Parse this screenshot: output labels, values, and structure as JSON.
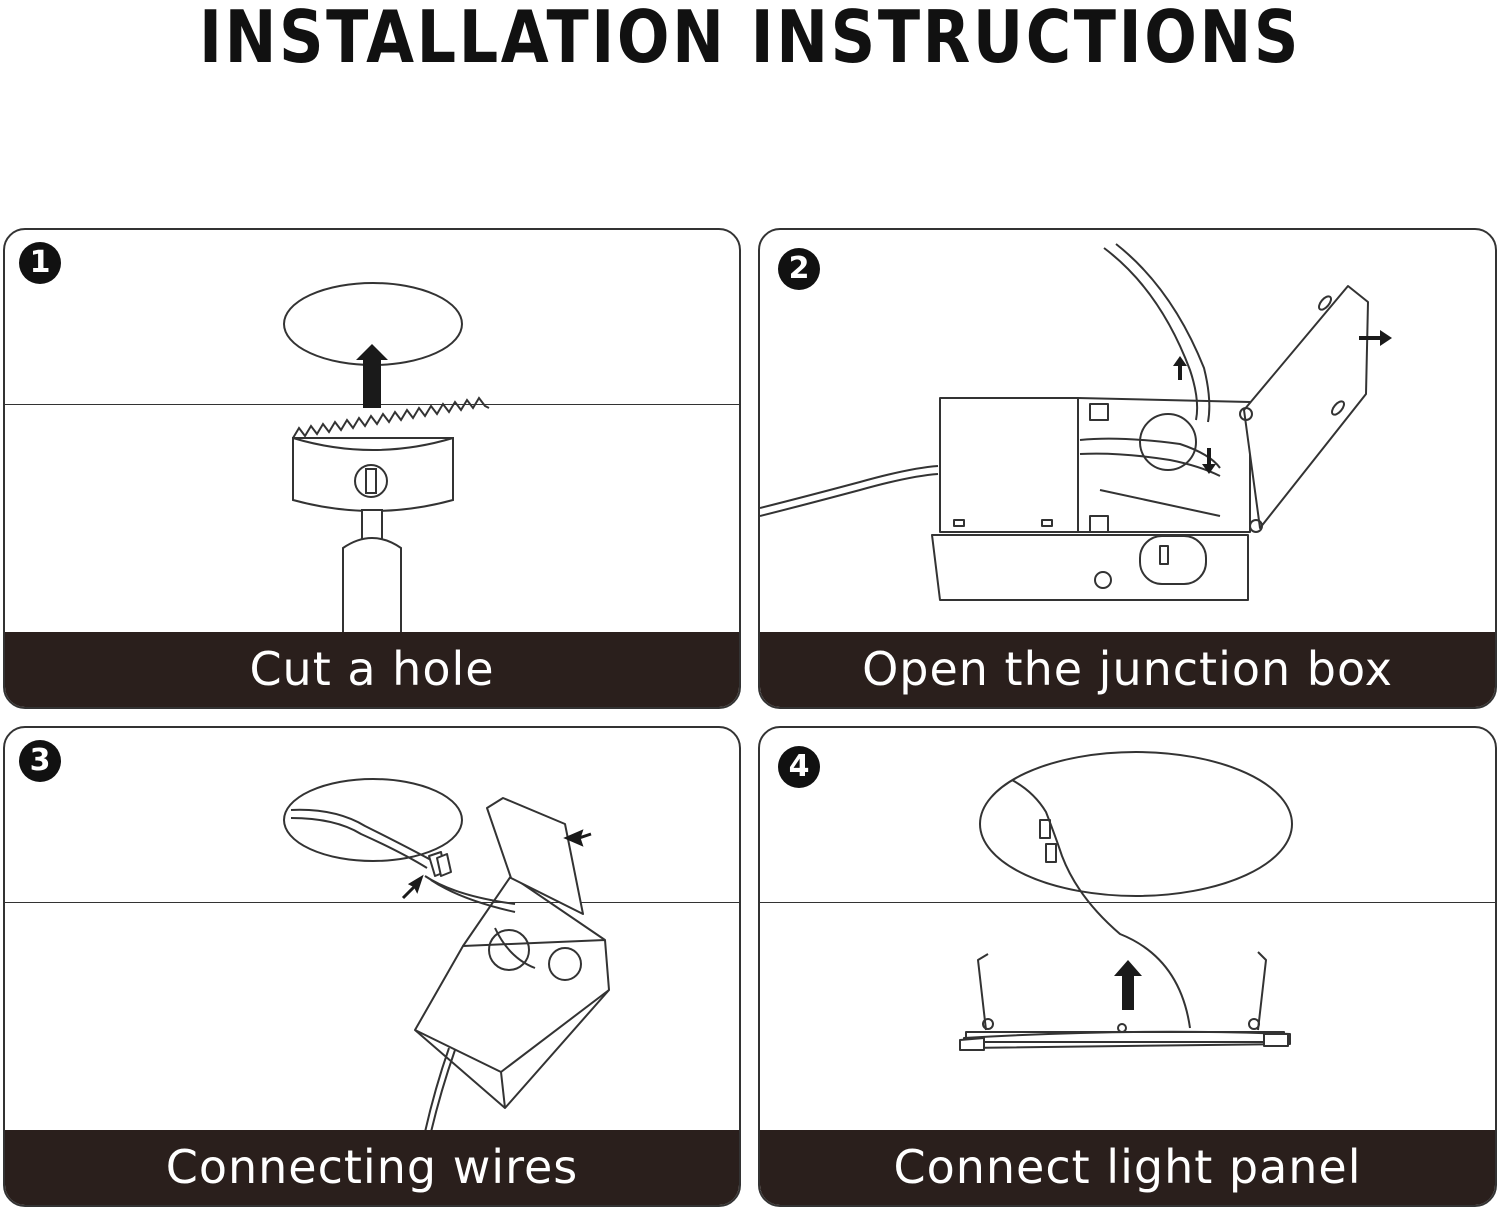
{
  "title": "INSTALLATION INSTRUCTIONS",
  "steps": [
    {
      "number": "1",
      "caption": "Cut a hole",
      "illustration": "hole-saw-icon"
    },
    {
      "number": "2",
      "caption": "Open the junction box",
      "illustration": "junction-box-icon"
    },
    {
      "number": "3",
      "caption": "Connecting wires",
      "illustration": "wire-connection-icon"
    },
    {
      "number": "4",
      "caption": "Connect light panel",
      "illustration": "light-panel-icon"
    }
  ],
  "colors": {
    "caption_bar": "#2a1f1c",
    "line_art": "#333333",
    "text": "#111111"
  }
}
